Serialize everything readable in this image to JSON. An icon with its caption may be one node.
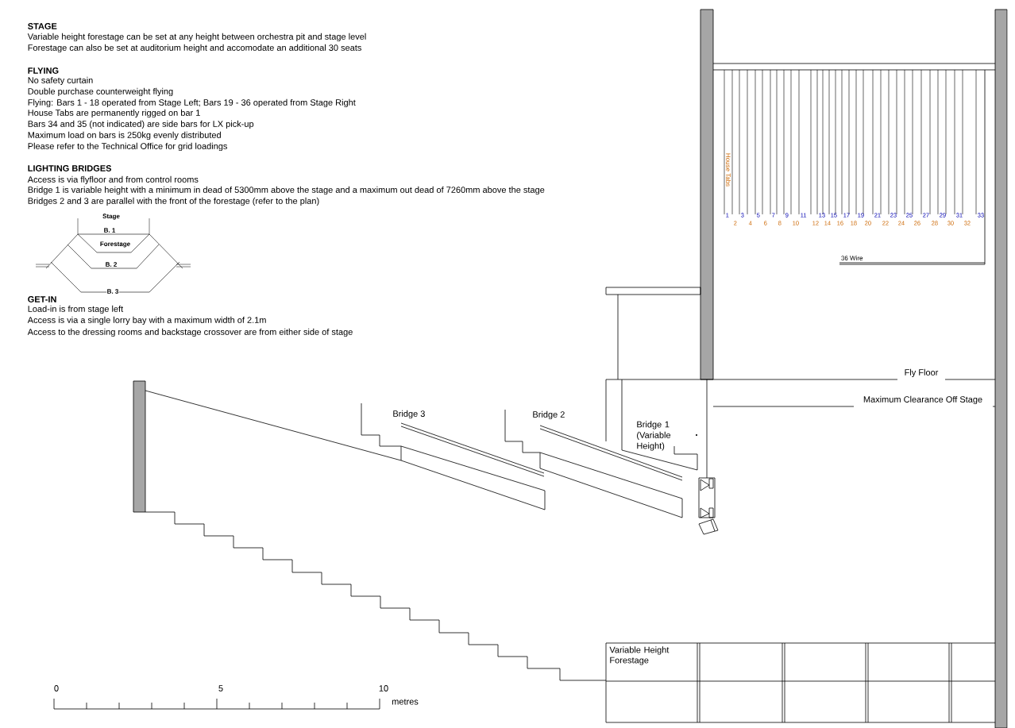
{
  "diagram": {
    "labels": [
      "STAGE",
      "Variable height forestage can be set at any height between orchestra pit and stage level",
      "Forestage can also be set at auditorium height and accomodate an additional 30 seats",
      "FLYING",
      "No safety curtain",
      "Double purchase counterweight flying",
      "Flying: Bars 1 - 18 operated from Stage Left; Bars 19 - 36 operated from Stage Right",
      "House Tabs are permanently rigged on bar 1",
      "Bars 34 and 35 (not indicated) are side bars for LX pick-up",
      "Maximum load on bars is 250kg evenly distributed",
      "Please refer to the Technical Office for grid loadings",
      "LIGHTING BRIDGES",
      "Access is via flyfloor and from control rooms",
      "Bridge 1 is variable height with a minimum in dead of 5300mm above the stage and a maximum out dead of 7260mm above the stage",
      "Bridges 2 and 3 are parallel with the front of the forestage (refer to the plan)",
      "Stage",
      "B. 1",
      "Forestage",
      "B. 2",
      "B. 3",
      "GET-IN",
      "Load-in is from stage left",
      "Access is via a single lorry bay with a maximum width of 2.1m",
      "Access to the dressing rooms and backstage crossover are from either side of stage",
      "House Tabs",
      "1",
      "2",
      "3",
      "4",
      "5",
      "6",
      "7",
      "8",
      "9",
      "10",
      "11",
      "12",
      "13",
      "14",
      "15",
      "16",
      "17",
      "18",
      "19",
      "20",
      "21",
      "22",
      "23",
      "24",
      "25",
      "26",
      "27",
      "28",
      "29",
      "30",
      "31",
      "32",
      "33",
      "36 Wire",
      "Fly Floor",
      "Maximum Clearance Off Stage",
      "Bridge 3",
      "Bridge 2",
      "Bridge 1 (Variable Height)",
      "Variable Height Forestage",
      "0",
      "5",
      "10",
      "metres"
    ]
  }
}
